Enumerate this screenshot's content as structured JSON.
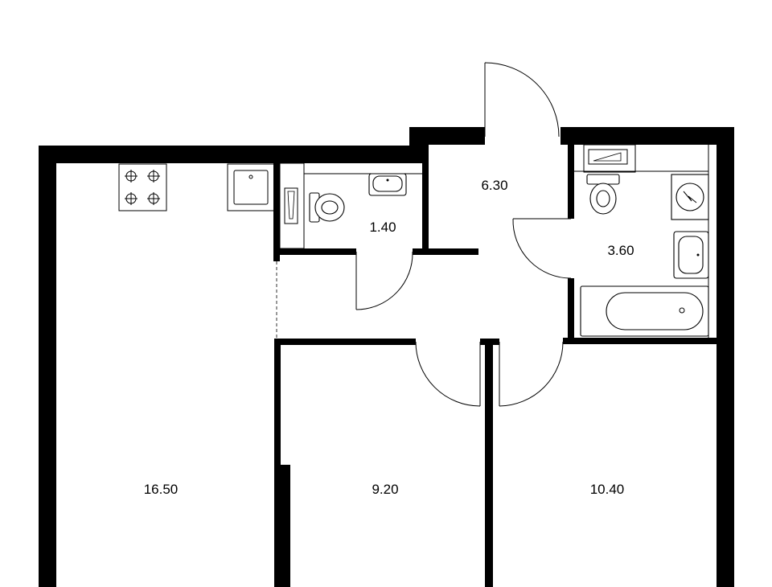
{
  "plan": {
    "wall_color": "#000000",
    "background": "#ffffff",
    "rooms": [
      {
        "id": "kitchen-living",
        "area": "16.50"
      },
      {
        "id": "wc",
        "area": "1.40"
      },
      {
        "id": "hallway",
        "area": "6.30"
      },
      {
        "id": "bathroom",
        "area": "3.60"
      },
      {
        "id": "bedroom-1",
        "area": "9.20"
      },
      {
        "id": "bedroom-2",
        "area": "10.40"
      }
    ],
    "fixtures": [
      "cooktop-icon",
      "kitchen-sink-icon",
      "toilet-icon",
      "washbasin-icon",
      "washing-machine-icon",
      "bathtub-icon",
      "boiler-icon"
    ]
  }
}
